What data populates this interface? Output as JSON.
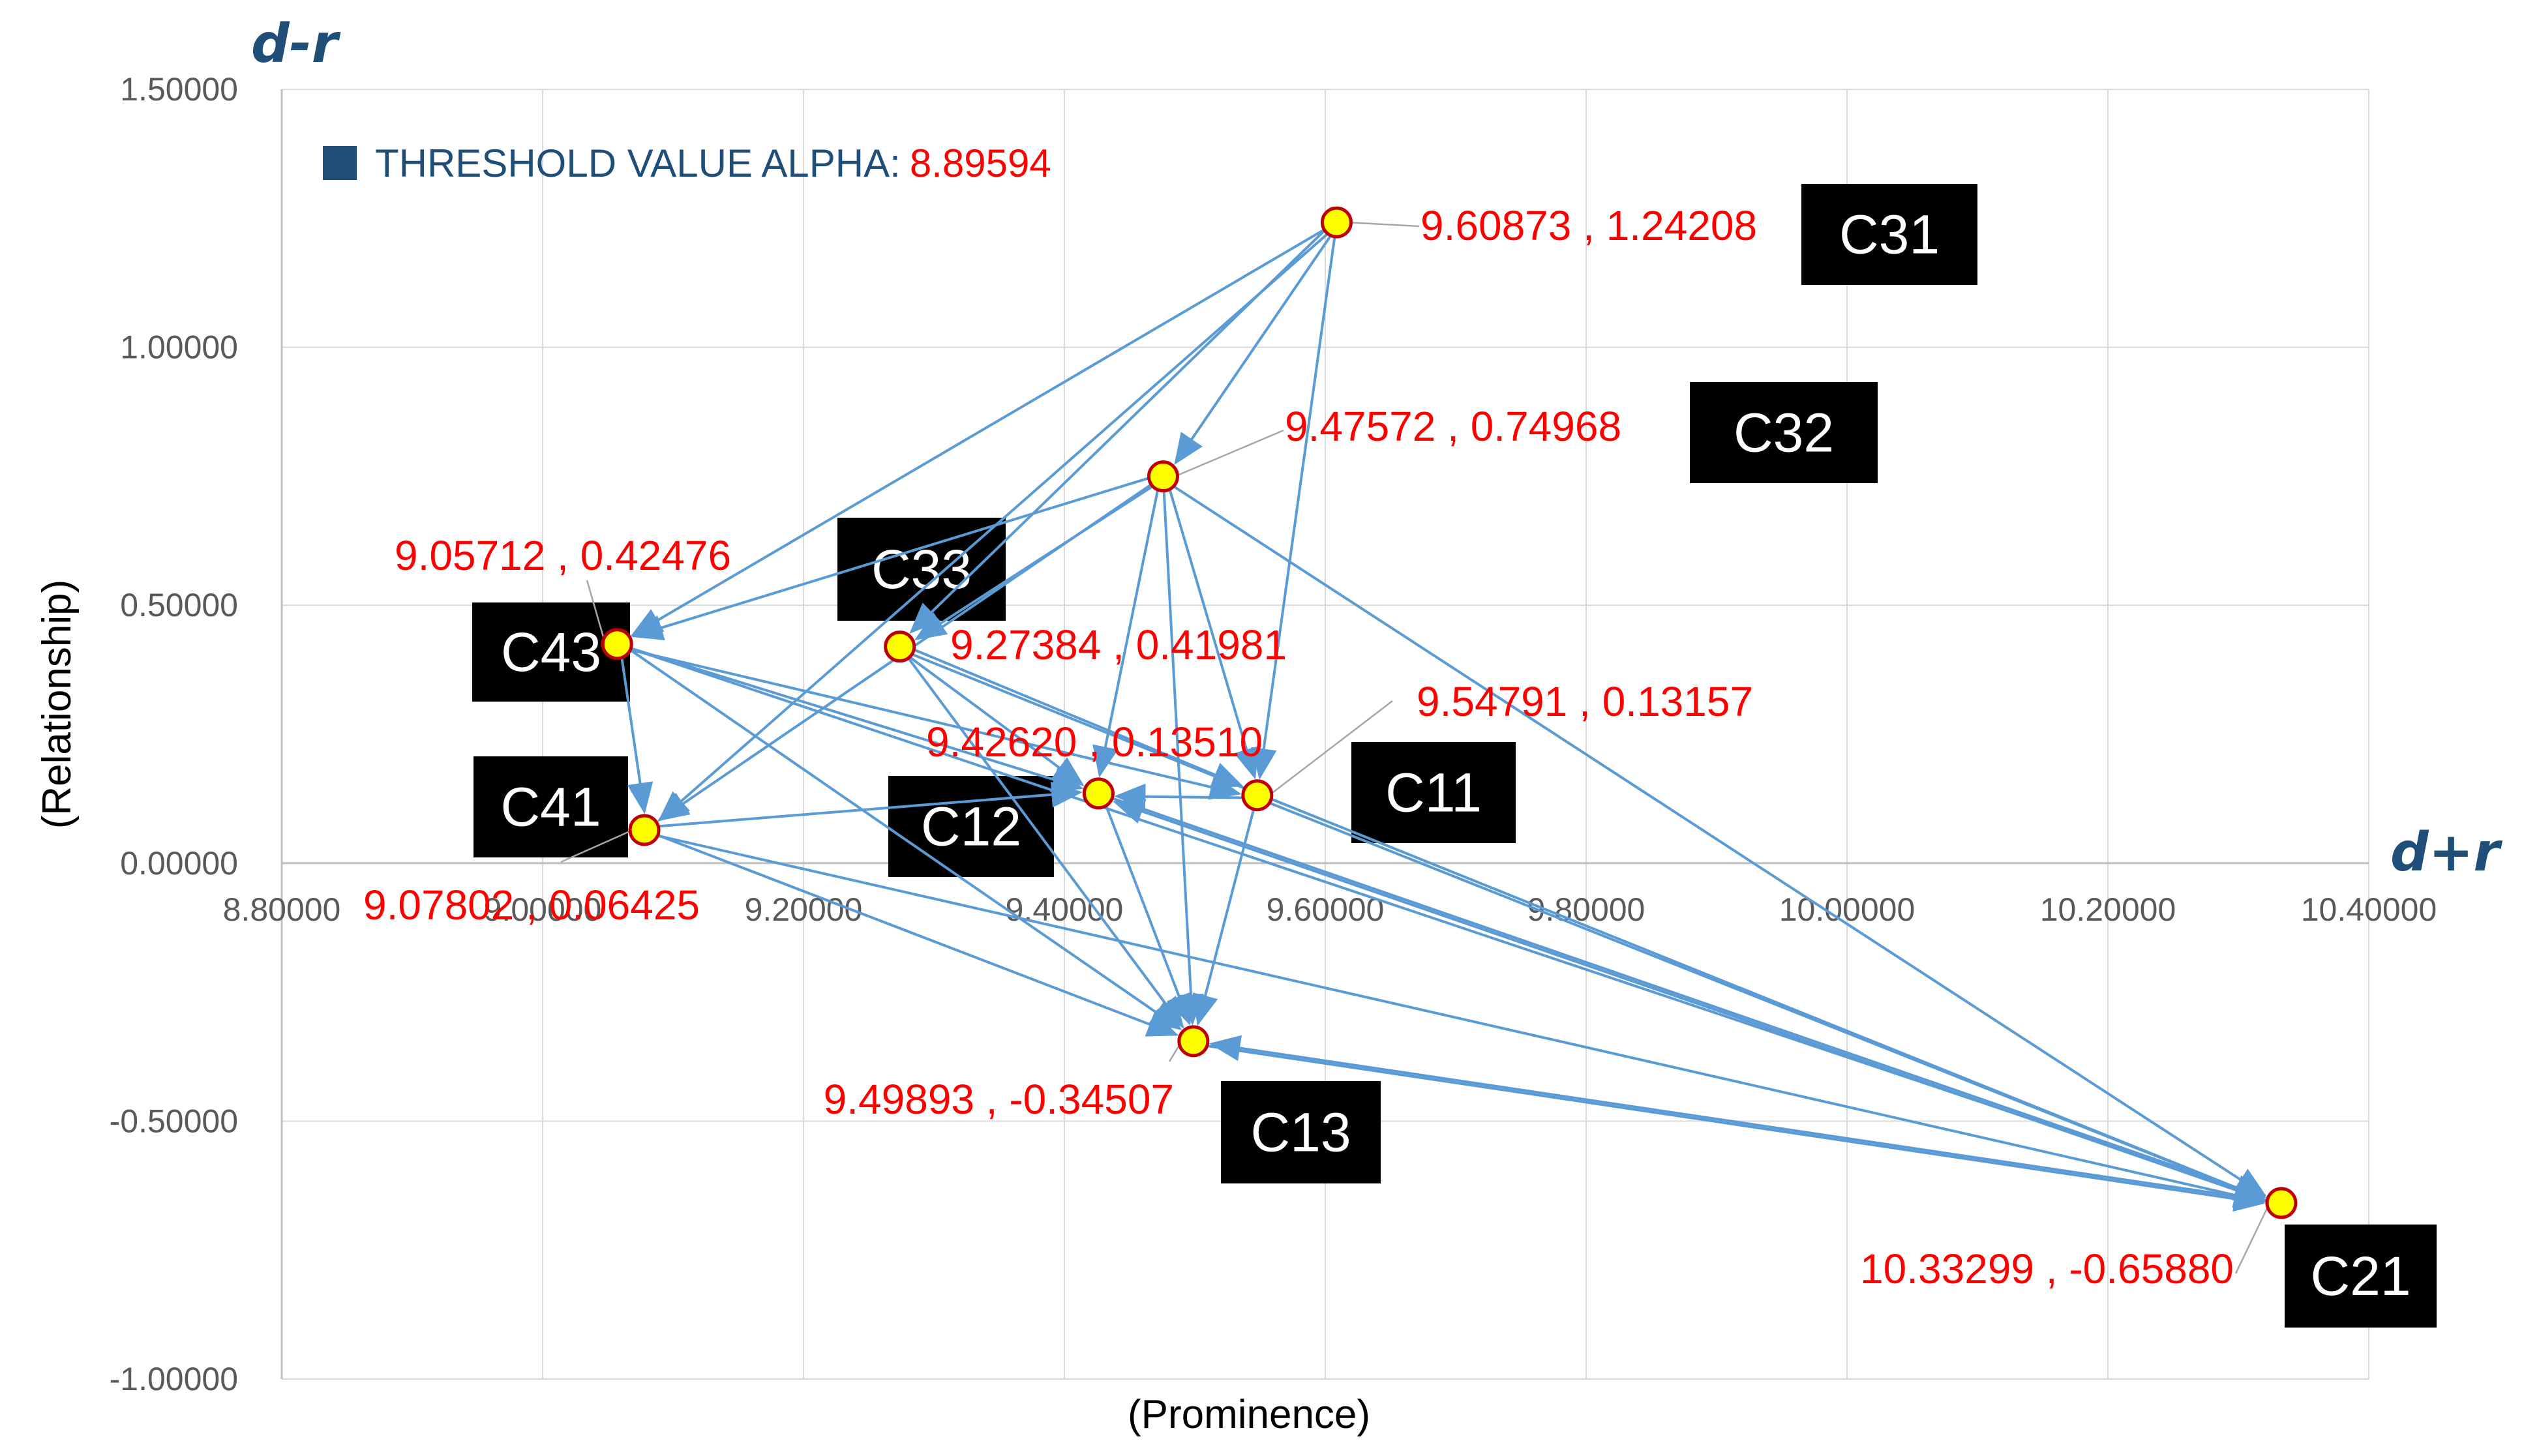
{
  "chart_data": {
    "type": "scatter",
    "xlabel": "(Prominence)",
    "ylabel": "(Relationship)",
    "x_axis_name": "d+r",
    "y_axis_name": "d-r",
    "xlim": [
      8.8,
      10.4
    ],
    "ylim": [
      -1.0,
      1.5
    ],
    "x_ticks": [
      "8.80000",
      "9.00000",
      "9.20000",
      "9.40000",
      "9.60000",
      "9.80000",
      "10.00000",
      "10.20000",
      "10.40000"
    ],
    "y_ticks": [
      "1.50000",
      "1.00000",
      "0.50000",
      "0.00000",
      "-0.50000",
      "-1.00000"
    ],
    "grid": true,
    "legend": {
      "position": "top-left",
      "label": "THRESHOLD VALUE ALPHA:",
      "value": "8.89594"
    },
    "points": [
      {
        "id": "C31",
        "x": 9.60873,
        "y": 1.24208,
        "label": "9.60873 , 1.24208"
      },
      {
        "id": "C32",
        "x": 9.47572,
        "y": 0.74968,
        "label": "9.47572 , 0.74968"
      },
      {
        "id": "C43",
        "x": 9.05712,
        "y": 0.42476,
        "label": "9.05712 , 0.42476"
      },
      {
        "id": "C33",
        "x": 9.27384,
        "y": 0.41981,
        "label": "9.27384 , 0.41981"
      },
      {
        "id": "C11",
        "x": 9.54791,
        "y": 0.13157,
        "label": "9.54791 , 0.13157"
      },
      {
        "id": "C12",
        "x": 9.4262,
        "y": 0.1351,
        "label": "9.42620 , 0.13510"
      },
      {
        "id": "C41",
        "x": 9.07802,
        "y": 0.06425,
        "label": "9.07802 , 0.06425"
      },
      {
        "id": "C13",
        "x": 9.49893,
        "y": -0.34507,
        "label": "9.49893 , -0.34507"
      },
      {
        "id": "C21",
        "x": 10.33299,
        "y": -0.6588,
        "label": "10.33299 , -0.65880"
      }
    ],
    "edges": [
      [
        "C31",
        "C32"
      ],
      [
        "C31",
        "C43"
      ],
      [
        "C31",
        "C33"
      ],
      [
        "C31",
        "C41"
      ],
      [
        "C31",
        "C11"
      ],
      [
        "C32",
        "C43"
      ],
      [
        "C32",
        "C33"
      ],
      [
        "C32",
        "C41"
      ],
      [
        "C32",
        "C12"
      ],
      [
        "C32",
        "C11"
      ],
      [
        "C32",
        "C13"
      ],
      [
        "C32",
        "C21"
      ],
      [
        "C43",
        "C41"
      ],
      [
        "C43",
        "C12"
      ],
      [
        "C43",
        "C11"
      ],
      [
        "C43",
        "C13"
      ],
      [
        "C43",
        "C21"
      ],
      [
        "C33",
        "C12"
      ],
      [
        "C33",
        "C11"
      ],
      [
        "C33",
        "C13"
      ],
      [
        "C33",
        "C21"
      ],
      [
        "C41",
        "C12"
      ],
      [
        "C41",
        "C13"
      ],
      [
        "C41",
        "C21"
      ],
      [
        "C11",
        "C12"
      ],
      [
        "C11",
        "C13"
      ],
      [
        "C11",
        "C21"
      ],
      [
        "C12",
        "C13"
      ],
      [
        "C12",
        "C21"
      ],
      [
        "C13",
        "C21"
      ],
      [
        "C21",
        "C12"
      ],
      [
        "C21",
        "C13"
      ]
    ]
  }
}
